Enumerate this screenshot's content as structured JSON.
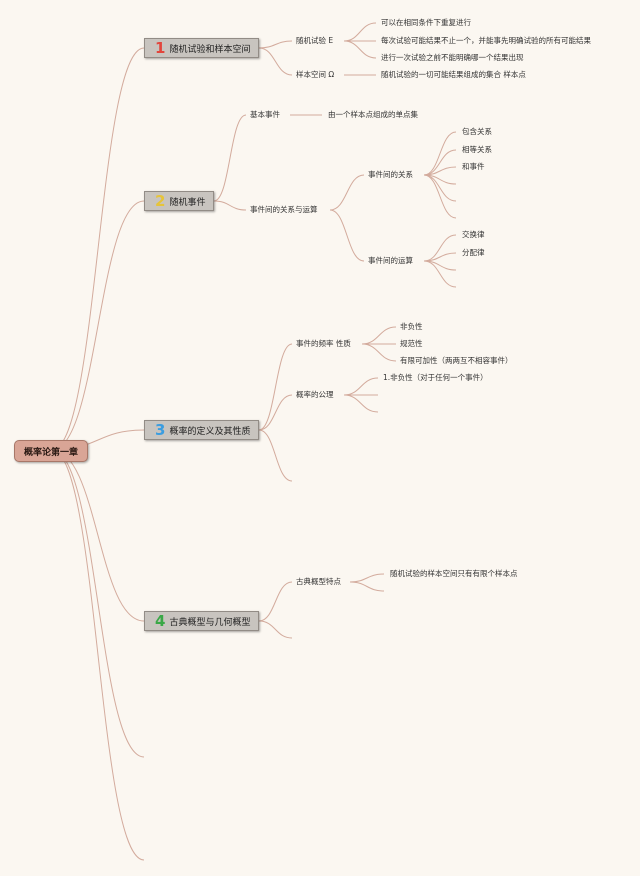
{
  "root": {
    "label": "概率论第一章"
  },
  "colors": {
    "line": "#d3ab9d",
    "root_fill": "#d9a596",
    "topic_fill": "#c8c4bf",
    "num1": "#e2453c",
    "num2": "#e6c43a",
    "num3": "#3b9de0",
    "num4": "#3aa847"
  },
  "topics": [
    {
      "num": "1",
      "label": "随机试验和样本空间"
    },
    {
      "num": "2",
      "label": "随机事件"
    },
    {
      "num": "3",
      "label": "概率的定义及其性质"
    },
    {
      "num": "4",
      "label": "古典概型与几何概型"
    }
  ],
  "t1": {
    "random_trial": "随机试验 E",
    "rt_items": [
      "可以在相同条件下重复进行",
      "每次试验可能结果不止一个，并能事先明确试验的所有可能结果",
      "进行一次试验之前不能明确哪一个结果出现"
    ],
    "sample_space": "样本空间 Ω",
    "ss_item": "随机试验的一切可能结果组成的集合 样本点"
  },
  "t2": {
    "basic_event": "基本事件",
    "be_item": "由一个样本点组成的单点集",
    "relations_ops": "事件间的关系与运算",
    "relations": "事件间的关系",
    "rel_items": [
      "包含关系",
      "相等关系",
      "和事件"
    ],
    "operations": "事件间的运算",
    "op_items": [
      "交换律",
      "分配律"
    ]
  },
  "t3": {
    "freq_props": "事件的频率 性质",
    "fp_items": [
      "非负性",
      "规范性",
      "有限可加性（两两互不相容事件）"
    ],
    "axioms": "概率的公理",
    "ax_item": "1.非负性（对于任何一个事件）"
  },
  "t4": {
    "classical": "古典概型特点",
    "cl_item": "随机试验的样本空间只有有限个样本点"
  }
}
